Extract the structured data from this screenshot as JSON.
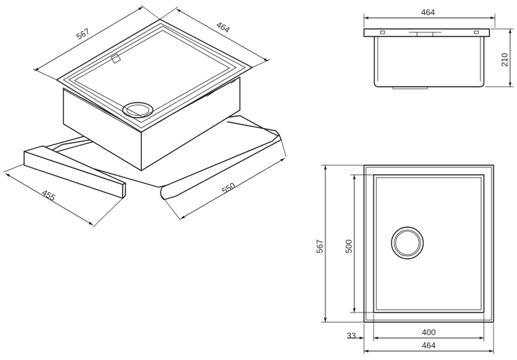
{
  "colors": {
    "line": "#1a1a1a",
    "text": "#222222",
    "background": "#ffffff"
  },
  "dimensions": {
    "iso_length": "567",
    "iso_width": "464",
    "iso_cabinet_depth": "455",
    "iso_cabinet_width": "550",
    "side_width": "464",
    "side_height": "210",
    "top_length": "567",
    "top_inner_length": "500",
    "top_offset": "33",
    "top_inner_width": "400",
    "top_width": "464"
  }
}
